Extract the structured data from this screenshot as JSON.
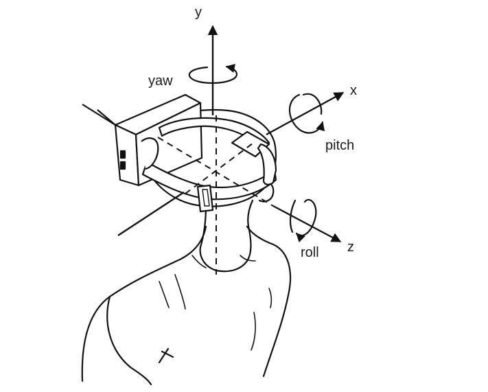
{
  "diagram": {
    "axes": {
      "y": "y",
      "x": "x",
      "z": "z"
    },
    "rotations": {
      "yaw": "yaw",
      "pitch": "pitch",
      "roll": "roll"
    }
  }
}
